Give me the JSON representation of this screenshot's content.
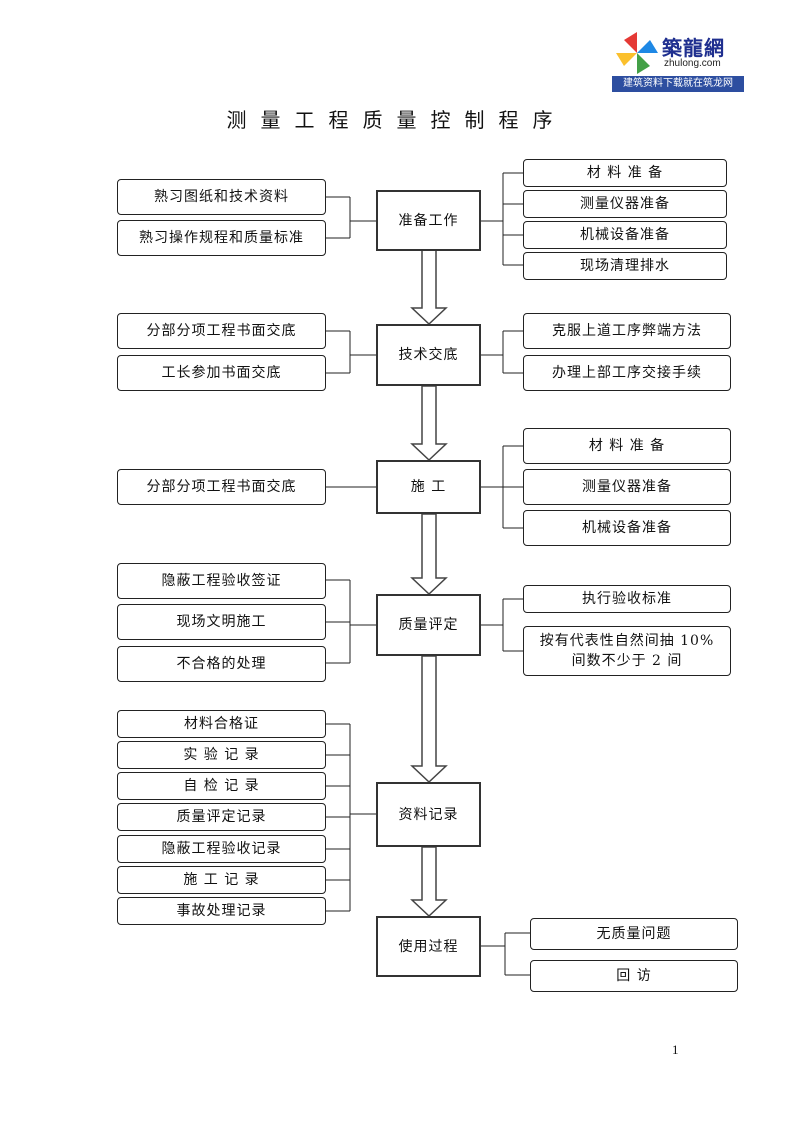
{
  "header": {
    "logo_name": "築龍網",
    "logo_url": "zhulong.com",
    "logo_tagline": "建筑资料下载就在筑龙网"
  },
  "title": "测量工程质量控制程序",
  "steps": [
    {
      "label": "准备工作",
      "left": [
        "熟习图纸和技术资料",
        "熟习操作规程和质量标准"
      ],
      "right": [
        "材 料 准 备",
        "测量仪器准备",
        "机械设备准备",
        "现场清理排水"
      ]
    },
    {
      "label": "技术交底",
      "left": [
        "分部分项工程书面交底",
        "工长参加书面交底"
      ],
      "right": [
        "克服上道工序弊端方法",
        "办理上部工序交接手续"
      ]
    },
    {
      "label": "施    工",
      "left": [
        "分部分项工程书面交底"
      ],
      "right": [
        "材 料 准 备",
        "测量仪器准备",
        "机械设备准备"
      ]
    },
    {
      "label": "质量评定",
      "left": [
        "隐蔽工程验收签证",
        "现场文明施工",
        "不合格的处理"
      ],
      "right": [
        "执行验收标准",
        "按有代表性自然间抽 10%\n间数不少于 2 间"
      ]
    },
    {
      "label": "资料记录",
      "left": [
        "材料合格证",
        "实 验 记 录",
        "自 检 记 录",
        "质量评定记录",
        "隐蔽工程验收记录",
        "施 工 记 录",
        "事故处理记录"
      ],
      "right": []
    },
    {
      "label": "使用过程",
      "left": [],
      "right": [
        "无质量问题",
        "回          访"
      ]
    }
  ],
  "page_number": "1"
}
